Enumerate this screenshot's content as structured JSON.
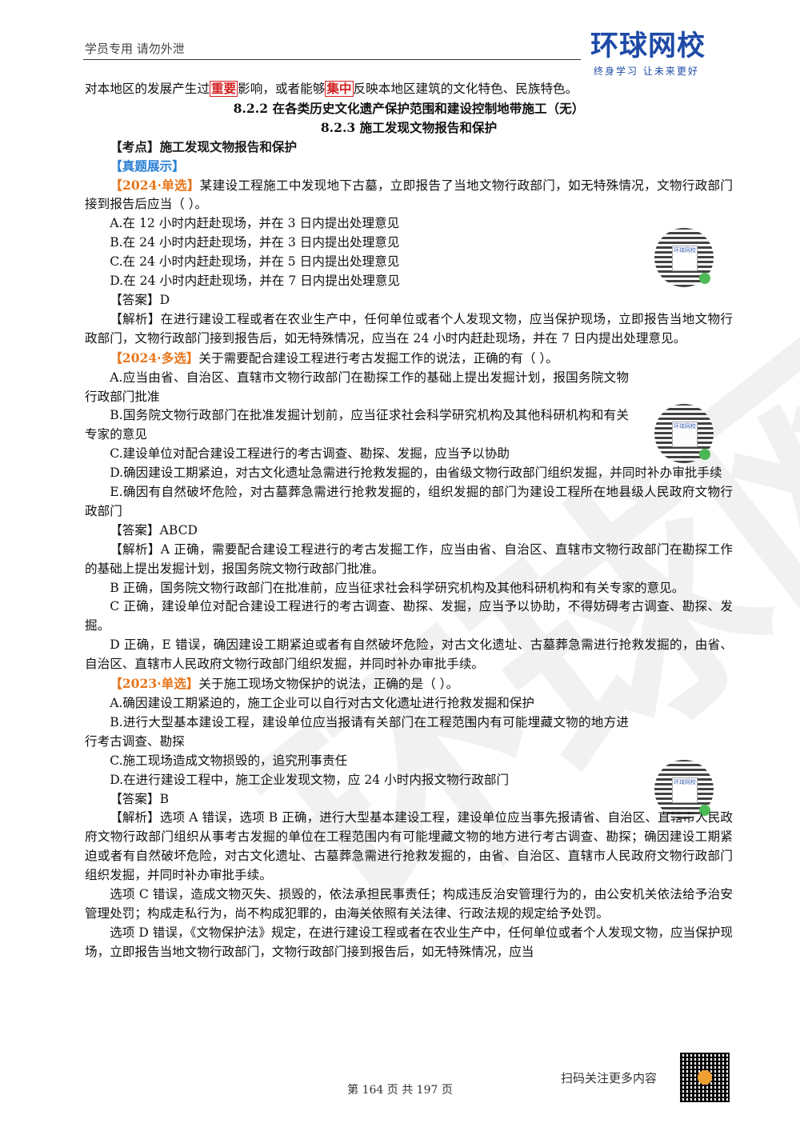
{
  "header": {
    "left_text": "学员专用 请勿外泄",
    "logo_text": "环球网校",
    "logo_slogan": "终身学习 让未来更好"
  },
  "watermark": "环球网校",
  "intro": {
    "pre": "对本地区的发展产生过",
    "box1": "重要",
    "mid": "影响，或者能够",
    "box2": "集中",
    "post": "反映本地区建筑的文化特色、民族特色。"
  },
  "sections": {
    "s822": "8.2.2 在各类历史文化遗产保护范围和建设控制地带施工（无）",
    "s823": "8.2.3 施工发现文物报告和保护"
  },
  "kaodian": "【考点】施工发现文物报告和保护",
  "zhenti": "【真题展示】",
  "q1": {
    "tag": "【2024·单选】",
    "stem": "某建设工程施工中发现地下古墓，立即报告了当地文物行政部门，如无特殊情况，文物行政部门接到报告后应当（ ）。",
    "options": [
      "A.在 12 小时内赶赴现场，并在 3 日内提出处理意见",
      "B.在 24 小时内赶赴现场，并在 3 日内提出处理意见",
      "C.在 24 小时内赶赴现场，并在 5 日内提出处理意见",
      "D.在 24 小时内赶赴现场，并在 7 日内提出处理意见"
    ],
    "answer": "【答案】D",
    "analysis": "【解析】在进行建设工程或者在农业生产中，任何单位或者个人发现文物，应当保护现场，立即报告当地文物行政部门，文物行政部门接到报告后，如无特殊情况，应当在 24 小时内赶赴现场，并在 7 日内提出处理意见。"
  },
  "q2": {
    "tag": "【2024·多选】",
    "stem": "关于需要配合建设工程进行考古发掘工作的说法，正确的有（ ）。",
    "options": [
      "A.应当由省、自治区、直辖市文物行政部门在勘探工作的基础上提出发掘计划，报国务院文物行政部门批准",
      "B.国务院文物行政部门在批准发掘计划前，应当征求社会科学研究机构及其他科研机构和有关专家的意见",
      "C.建设单位对配合建设工程进行的考古调查、勘探、发掘，应当予以协助",
      "D.确因建设工期紧迫，对古文化遗址急需进行抢救发掘的，由省级文物行政部门组织发掘，并同时补办审批手续",
      "E.确因有自然破坏危险，对古墓葬急需进行抢救发掘的，组织发掘的部门为建设工程所在地县级人民政府文物行政部门"
    ],
    "answer": "【答案】ABCD",
    "analysis": [
      "【解析】A 正确，需要配合建设工程进行的考古发掘工作，应当由省、自治区、直辖市文物行政部门在勘探工作的基础上提出发掘计划，报国务院文物行政部门批准。",
      "B 正确，国务院文物行政部门在批准前，应当征求社会科学研究机构及其他科研机构和有关专家的意见。",
      "C 正确，建设单位对配合建设工程进行的考古调查、勘探、发掘，应当予以协助，不得妨碍考古调查、勘探、发掘。",
      "D 正确，E 错误，确因建设工期紧迫或者有自然破坏危险，对古文化遗址、古墓葬急需进行抢救发掘的，由省、自治区、直辖市人民政府文物行政部门组织发掘，并同时补办审批手续。"
    ]
  },
  "q3": {
    "tag": "【2023·单选】",
    "stem": "关于施工现场文物保护的说法，正确的是（ ）。",
    "options": [
      "A.确因建设工期紧迫的，施工企业可以自行对古文化遗址进行抢救发掘和保护",
      "B.进行大型基本建设工程，建设单位应当报请有关部门在工程范围内有可能埋藏文物的地方进行考古调查、勘探",
      "C.施工现场造成文物损毁的，追究刑事责任",
      "D.在进行建设工程中，施工企业发现文物，应 24 小时内报文物行政部门"
    ],
    "answer": "【答案】B",
    "analysis": [
      "【解析】选项 A 错误，选项 B 正确，进行大型基本建设工程，建设单位应当事先报请省、自治区、直辖市人民政府文物行政部门组织从事考古发掘的单位在工程范围内有可能埋藏文物的地方进行考古调查、勘探；确因建设工期紧迫或者有自然破坏危险，对古文化遗址、古墓葬急需进行抢救发掘的，由省、自治区、直辖市人民政府文物行政部门组织发掘，并同时补办审批手续。",
      "选项 C 错误，造成文物灭失、损毁的，依法承担民事责任；构成违反治安管理行为的，由公安机关依法给予治安管理处罚；构成走私行为，尚不构成犯罪的，由海关依照有关法律、行政法规的规定给予处罚。",
      "选项 D 错误，《文物保护法》规定，在进行建设工程或者在农业生产中，任何单位或者个人发现文物，应当保护现场，立即报告当地文物行政部门，文物行政部门接到报告后，如无特殊情况，应当"
    ]
  },
  "qr_label": "环球网校",
  "footer": {
    "page": "第 164 页 共 197 页",
    "scan": "扫码关注更多内容"
  }
}
